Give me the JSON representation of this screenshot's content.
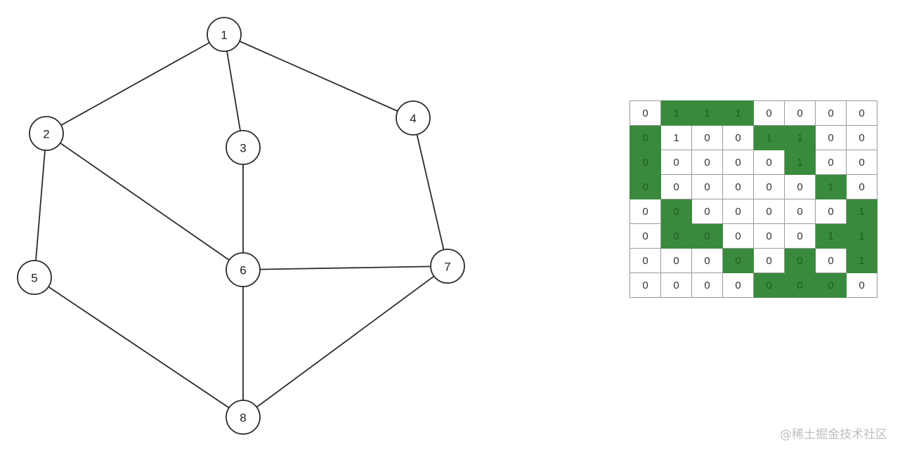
{
  "graph": {
    "nodes": [
      {
        "id": "1",
        "label": "1"
      },
      {
        "id": "2",
        "label": "2"
      },
      {
        "id": "3",
        "label": "3"
      },
      {
        "id": "4",
        "label": "4"
      },
      {
        "id": "5",
        "label": "5"
      },
      {
        "id": "6",
        "label": "6"
      },
      {
        "id": "7",
        "label": "7"
      },
      {
        "id": "8",
        "label": "8"
      }
    ],
    "edges": [
      [
        "1",
        "2"
      ],
      [
        "1",
        "3"
      ],
      [
        "1",
        "4"
      ],
      [
        "2",
        "5"
      ],
      [
        "2",
        "6"
      ],
      [
        "3",
        "6"
      ],
      [
        "4",
        "7"
      ],
      [
        "5",
        "8"
      ],
      [
        "6",
        "7"
      ],
      [
        "6",
        "8"
      ],
      [
        "7",
        "8"
      ]
    ]
  },
  "matrix": {
    "rows": [
      [
        "0",
        "1",
        "1",
        "1",
        "0",
        "0",
        "0",
        "0"
      ],
      [
        "0",
        "1",
        "0",
        "0",
        "1",
        "1",
        "0",
        "0"
      ],
      [
        "0",
        "0",
        "0",
        "0",
        "0",
        "1",
        "0",
        "0"
      ],
      [
        "0",
        "0",
        "0",
        "0",
        "0",
        "0",
        "1",
        "0"
      ],
      [
        "0",
        "0",
        "0",
        "0",
        "0",
        "0",
        "0",
        "1"
      ],
      [
        "0",
        "0",
        "0",
        "0",
        "0",
        "0",
        "1",
        "1"
      ],
      [
        "0",
        "0",
        "0",
        "0",
        "0",
        "0",
        "0",
        "1"
      ],
      [
        "0",
        "0",
        "0",
        "0",
        "0",
        "0",
        "0",
        "0"
      ]
    ],
    "highlighted": [
      [
        false,
        true,
        true,
        true,
        false,
        false,
        false,
        false
      ],
      [
        true,
        false,
        false,
        false,
        true,
        true,
        false,
        false
      ],
      [
        true,
        false,
        false,
        false,
        false,
        true,
        false,
        false
      ],
      [
        true,
        false,
        false,
        false,
        false,
        false,
        true,
        false
      ],
      [
        false,
        true,
        false,
        false,
        false,
        false,
        false,
        true
      ],
      [
        false,
        true,
        true,
        false,
        false,
        false,
        true,
        true
      ],
      [
        false,
        false,
        false,
        true,
        false,
        true,
        false,
        true
      ],
      [
        false,
        false,
        false,
        false,
        true,
        true,
        true,
        false
      ]
    ],
    "highlight_color": "#3a8a3e"
  },
  "watermark": "@稀土掘金技术社区"
}
